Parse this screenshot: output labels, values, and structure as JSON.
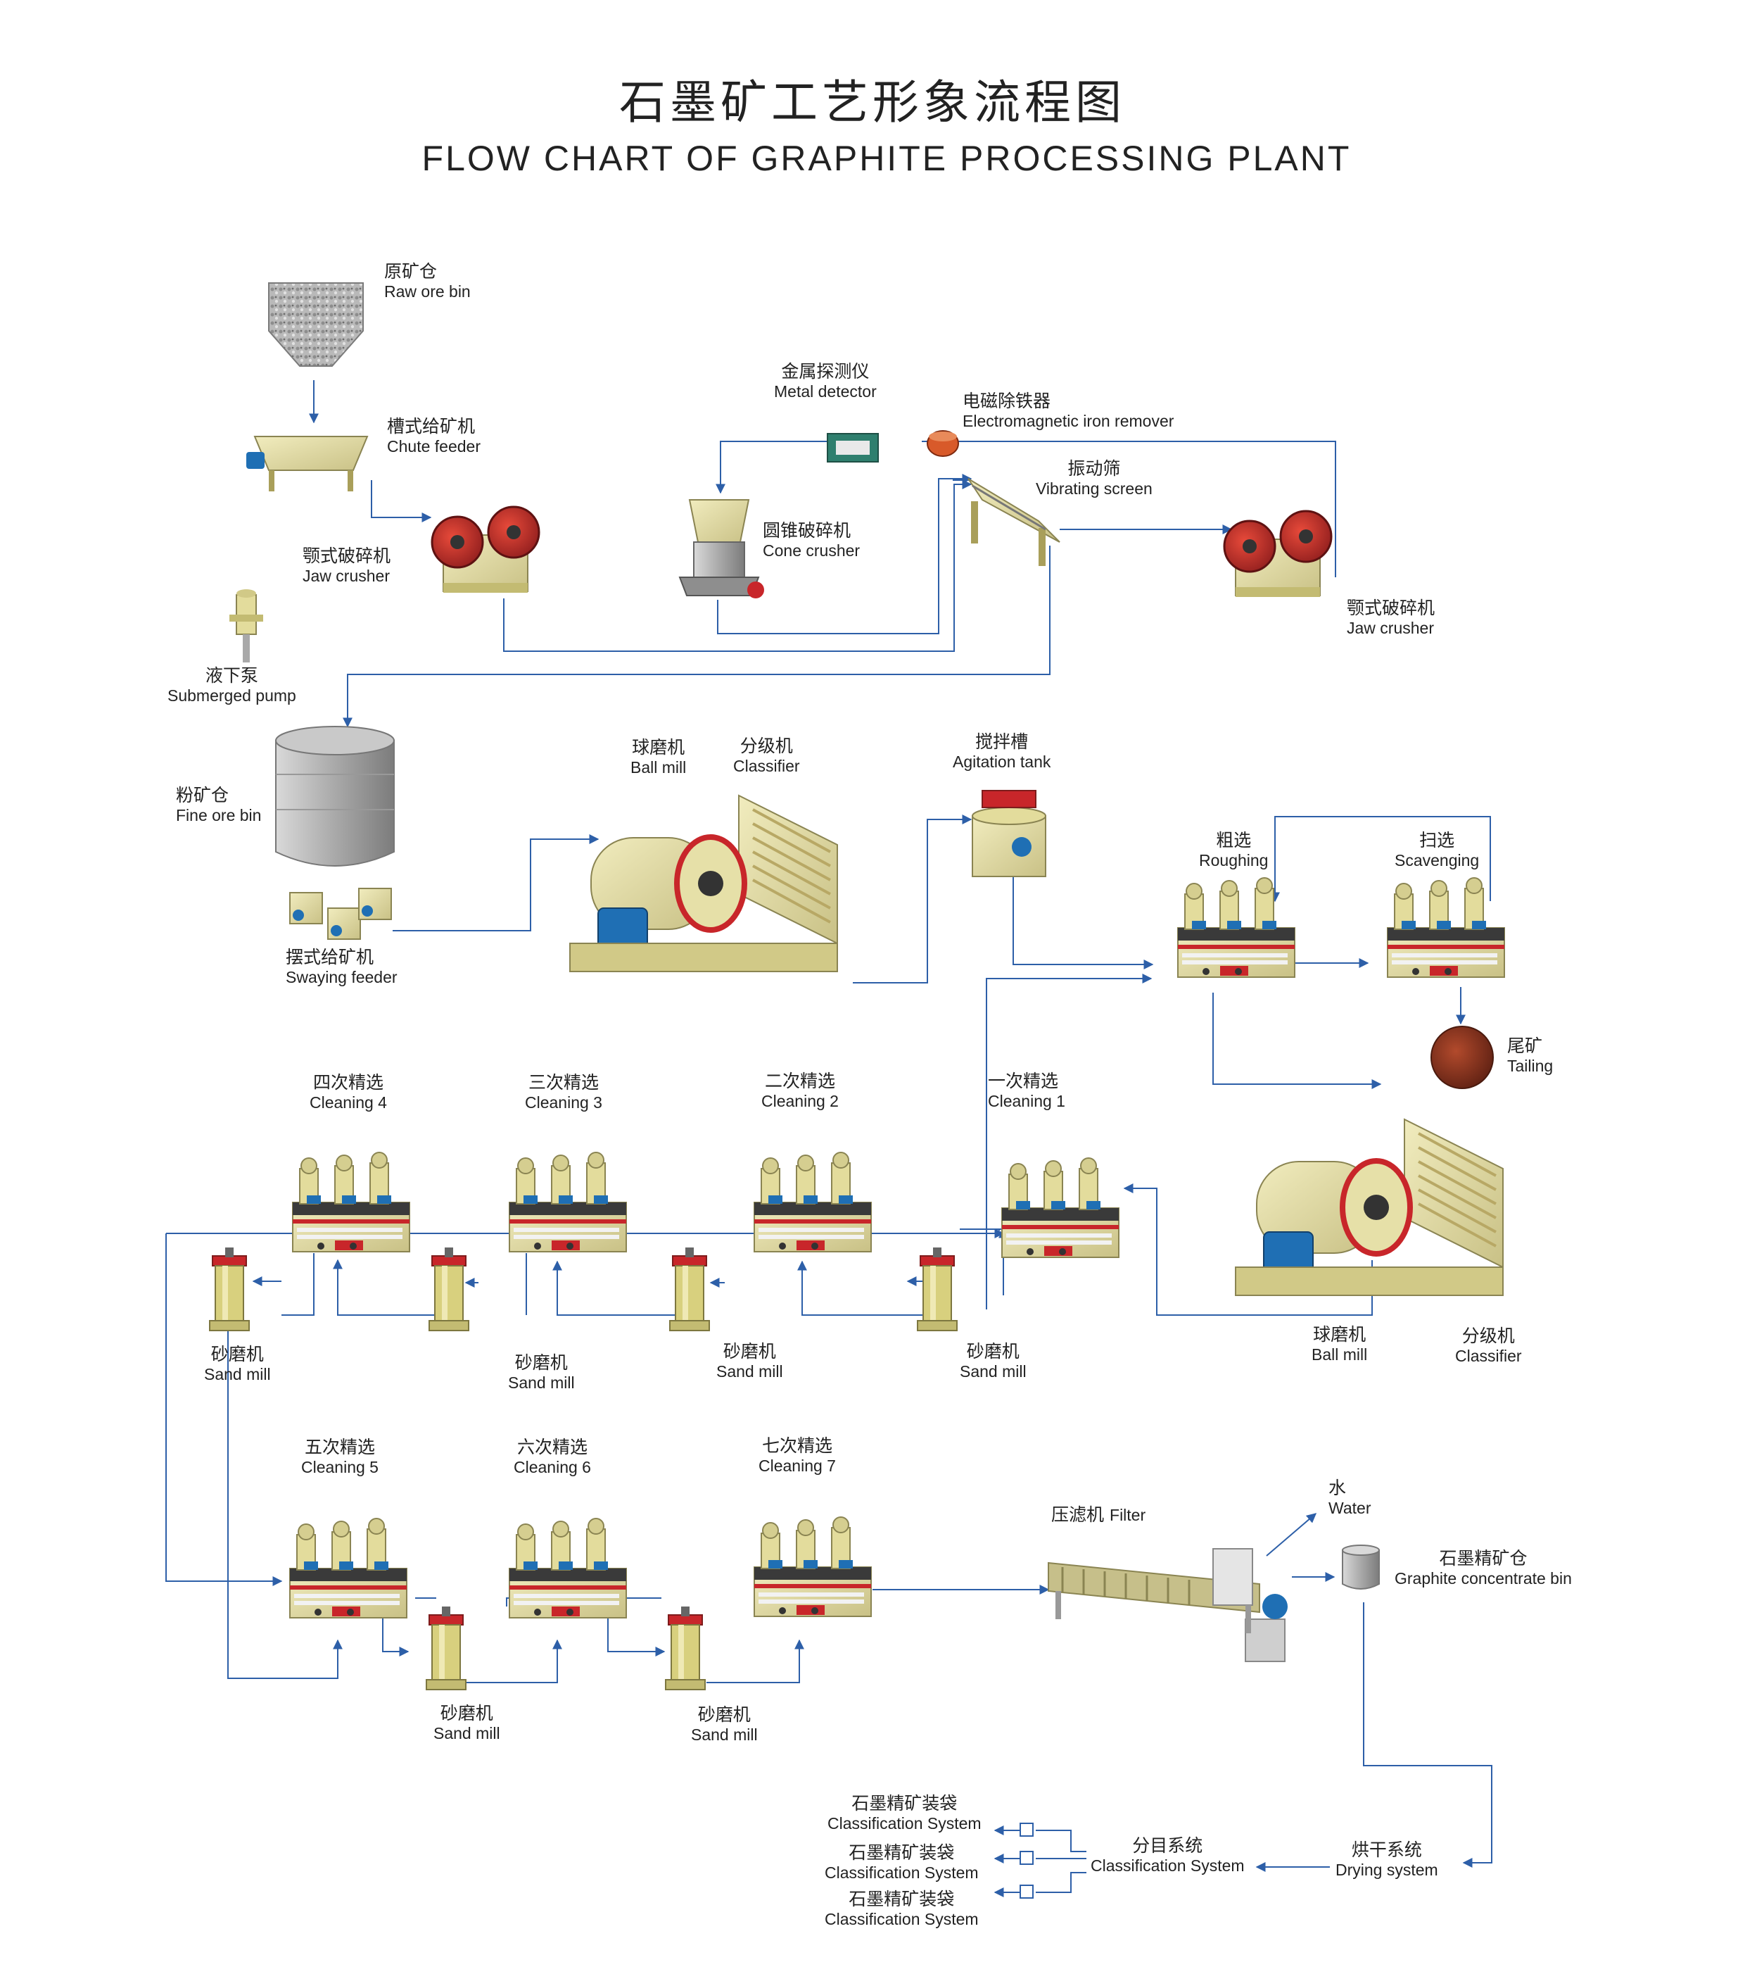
{
  "title": {
    "cn": "石墨矿工艺形象流程图",
    "en": "FLOW CHART OF GRAPHITE PROCESSING PLANT"
  },
  "labels": {
    "raw_ore_bin": {
      "cn": "原矿仓",
      "en": "Raw ore bin"
    },
    "chute_feeder": {
      "cn": "槽式给矿机",
      "en": "Chute feeder"
    },
    "jaw_crusher_1": {
      "cn": "颚式破碎机",
      "en": "Jaw  crusher"
    },
    "metal_detector": {
      "cn": "金属探测仪",
      "en": "Metal detector"
    },
    "iron_remover": {
      "cn": "电磁除铁器",
      "en": "Electromagnetic iron remover"
    },
    "vibrating_screen": {
      "cn": "振动筛",
      "en": "Vibrating screen"
    },
    "cone_crusher": {
      "cn": "圆锥破碎机",
      "en": "Cone crusher"
    },
    "jaw_crusher_2": {
      "cn": "颚式破碎机",
      "en": "Jaw crusher"
    },
    "submerged_pump": {
      "cn": "液下泵",
      "en": "Submerged pump"
    },
    "fine_ore_bin": {
      "cn": "粉矿仓",
      "en": "Fine ore bin"
    },
    "swaying_feeder": {
      "cn": "摆式给矿机",
      "en": "Swaying feeder"
    },
    "ball_mill_1": {
      "cn": "球磨机",
      "en": "Ball mill"
    },
    "classifier_1": {
      "cn": "分级机",
      "en": "Classifier"
    },
    "agitation_tank": {
      "cn": "搅拌槽",
      "en": "Agitation tank"
    },
    "roughing": {
      "cn": "粗选",
      "en": "Roughing"
    },
    "scavenging": {
      "cn": "扫选",
      "en": "Scavenging"
    },
    "tailing": {
      "cn": "尾矿",
      "en": "Tailing"
    },
    "cleaning_4": {
      "cn": "四次精选",
      "en": "Cleaning 4"
    },
    "cleaning_3": {
      "cn": "三次精选",
      "en": "Cleaning 3"
    },
    "cleaning_2": {
      "cn": "二次精选",
      "en": "Cleaning 2"
    },
    "cleaning_1": {
      "cn": "一次精选",
      "en": "Cleaning 1"
    },
    "sand_mill_a": {
      "cn": "砂磨机",
      "en": "Sand mill"
    },
    "sand_mill_b": {
      "cn": "砂磨机",
      "en": "Sand mill"
    },
    "sand_mill_c": {
      "cn": "砂磨机",
      "en": "Sand mill"
    },
    "sand_mill_d": {
      "cn": "砂磨机",
      "en": "Sand mill"
    },
    "ball_mill_2": {
      "cn": "球磨机",
      "en": "Ball mill"
    },
    "classifier_2": {
      "cn": "分级机",
      "en": "Classifier"
    },
    "cleaning_5": {
      "cn": "五次精选",
      "en": "Cleaning 5"
    },
    "cleaning_6": {
      "cn": "六次精选",
      "en": "Cleaning 6"
    },
    "cleaning_7": {
      "cn": "七次精选",
      "en": "Cleaning 7"
    },
    "filter": {
      "cn": "压滤机",
      "en": "Filter"
    },
    "water": {
      "cn": "水",
      "en": "Water"
    },
    "concentrate_bin": {
      "cn": "石墨精矿仓",
      "en": "Graphite concentrate bin"
    },
    "sand_mill_e": {
      "cn": "砂磨机",
      "en": "Sand mill"
    },
    "sand_mill_f": {
      "cn": "砂磨机",
      "en": "Sand mill"
    },
    "bagging_1": {
      "cn": "石墨精矿装袋",
      "en": "Classification System"
    },
    "bagging_2": {
      "cn": "石墨精矿装袋",
      "en": "Classification System"
    },
    "bagging_3": {
      "cn": "石墨精矿装袋",
      "en": "Classification System"
    },
    "classification_system": {
      "cn": "分目系统",
      "en": "Classification System"
    },
    "drying_system": {
      "cn": "烘干系统",
      "en": "Drying system"
    }
  },
  "colors": {
    "flow_line": "#2d5fa8",
    "machine_body": "#e3dc9c",
    "machine_red": "#c8262a",
    "motor_blue": "#1f6fb4",
    "steel": "#9a9a9a"
  }
}
